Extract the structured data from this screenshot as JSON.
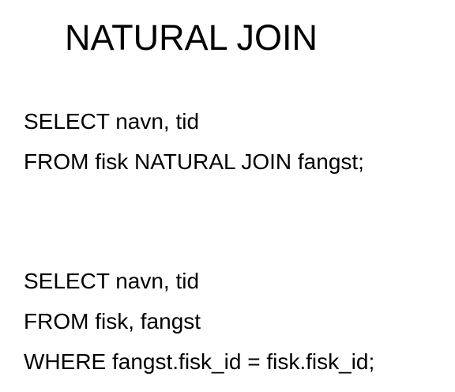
{
  "slide": {
    "title": "NATURAL JOIN",
    "query_natural_join": {
      "lines": [
        "SELECT navn, tid",
        "FROM fisk NATURAL JOIN fangst;"
      ]
    },
    "query_where_join": {
      "lines": [
        "SELECT navn, tid",
        "FROM fisk, fangst",
        "WHERE fangst.fisk_id = fisk.fisk_id;"
      ]
    }
  }
}
